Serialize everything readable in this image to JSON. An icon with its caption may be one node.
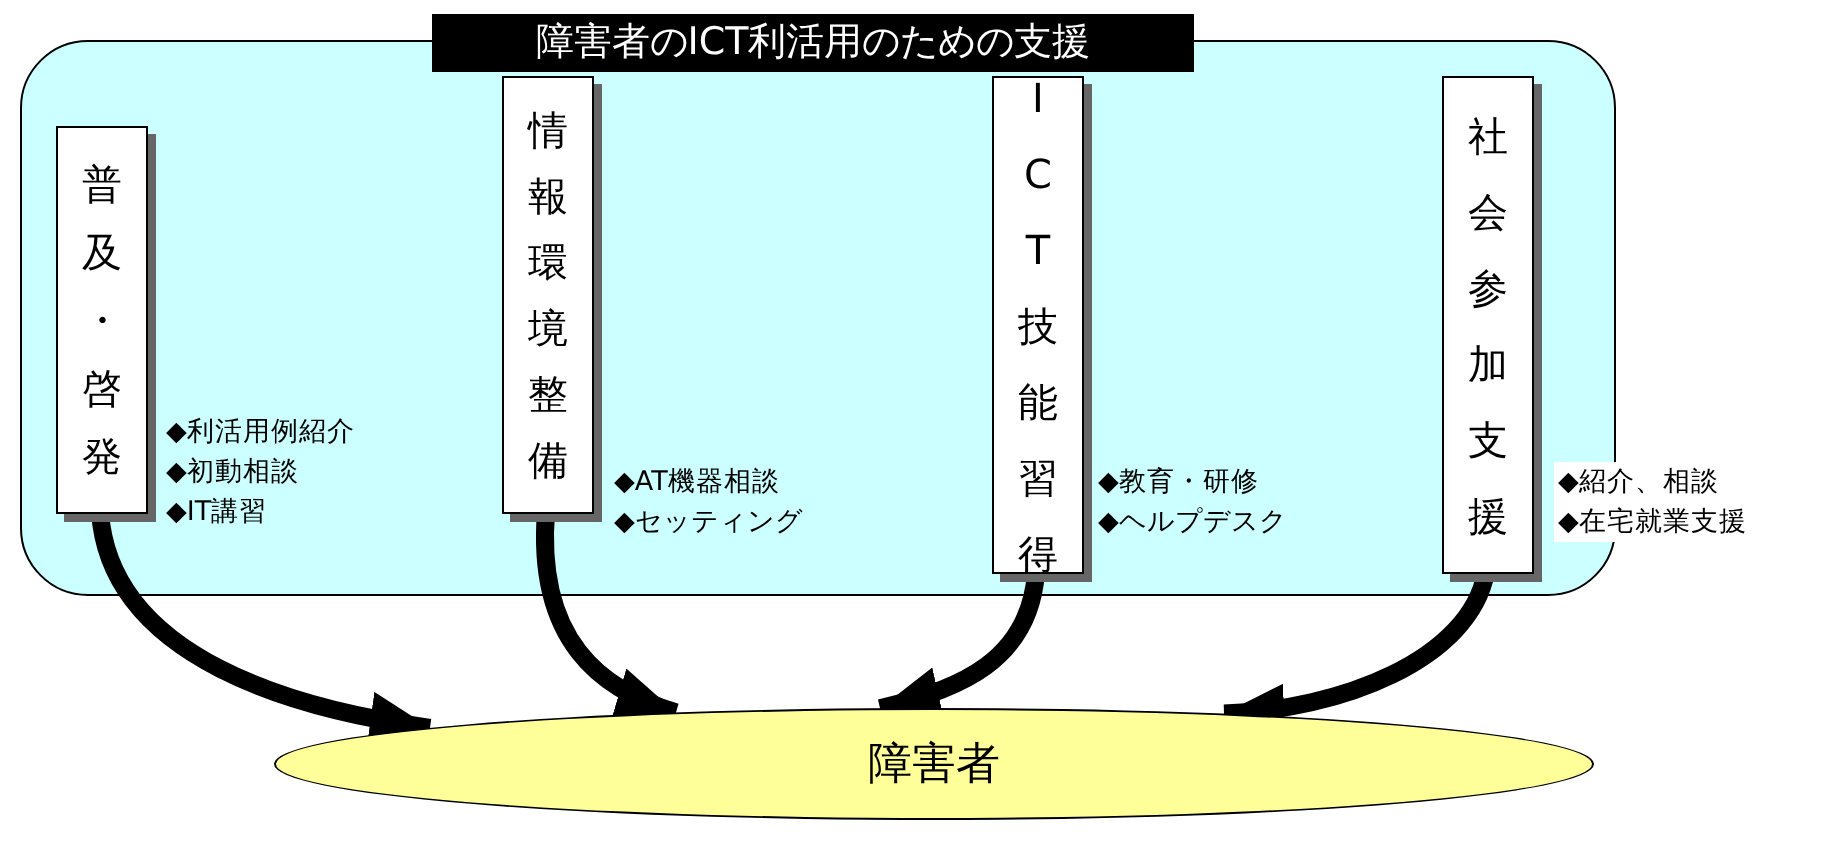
{
  "diagram": {
    "nodes": [
      {
        "text": [
          "障害者のICT利活用のための支援"
        ]
      },
      {
        "text": [
          "普及・啓発"
        ],
        "in": 0,
        "beside": [
          "◆利活用例紹介",
          "◆初動相談",
          "◆IT講習"
        ]
      },
      {
        "text": [
          "情報環境整備"
        ],
        "in": 0,
        "beside": [
          "◆AT機器相談",
          "◆セッティング"
        ]
      },
      {
        "text": [
          "ICT技能習得"
        ],
        "in": 0,
        "beside": [
          "◆教育・研修",
          "◆ヘルプデスク"
        ]
      },
      {
        "text": [
          "社会参加支援"
        ],
        "in": 0,
        "beside": [
          "◆紹介、相談",
          "◆在宅就業支援"
        ]
      },
      {
        "text": [
          "障害者"
        ]
      }
    ],
    "edges": [
      {
        "from": 1,
        "to": 5,
        "arrow": "to"
      },
      {
        "from": 2,
        "to": 5,
        "arrow": "to"
      },
      {
        "from": 3,
        "to": 5,
        "arrow": "to"
      },
      {
        "from": 4,
        "to": 5,
        "arrow": "to"
      }
    ]
  }
}
